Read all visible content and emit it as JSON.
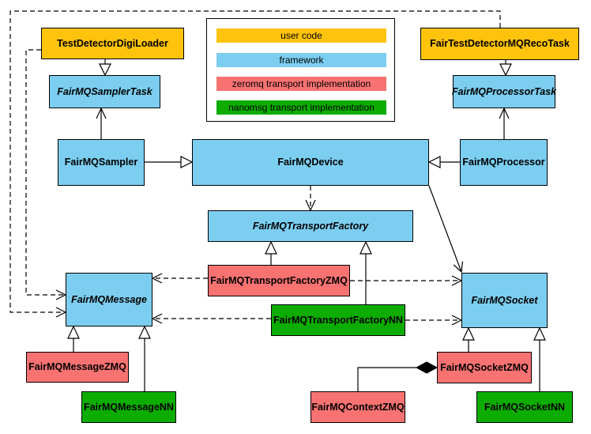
{
  "diagram": {
    "legend": {
      "items": [
        {
          "id": "user-code",
          "label": "user code",
          "color": "#FFC30B"
        },
        {
          "id": "framework",
          "label": "framework",
          "color": "#7CCEF0"
        },
        {
          "id": "zeromq",
          "label": "zeromq transport implementation",
          "color": "#F87272"
        },
        {
          "id": "nanomsg",
          "label": "nanomsg transport implementation",
          "color": "#0CAD00"
        }
      ]
    },
    "nodes": {
      "testDetectorDigiLoader": {
        "label": "TestDetectorDigiLoader",
        "category": "user code",
        "abstract": false
      },
      "fairTestDetectorMQRecoTask": {
        "label": "FairTestDetectorMQRecoTask",
        "category": "user code",
        "abstract": false
      },
      "fairMQSamplerTask": {
        "label": "FairMQSamplerTask",
        "category": "framework",
        "abstract": true
      },
      "fairMQProcessorTask": {
        "label": "FairMQProcessorTask",
        "category": "framework",
        "abstract": true
      },
      "fairMQSampler": {
        "label": "FairMQSampler",
        "category": "framework",
        "abstract": false
      },
      "fairMQDevice": {
        "label": "FairMQDevice",
        "category": "framework",
        "abstract": false
      },
      "fairMQProcessor": {
        "label": "FairMQProcessor",
        "category": "framework",
        "abstract": false
      },
      "fairMQTransportFactory": {
        "label": "FairMQTransportFactory",
        "category": "framework",
        "abstract": true
      },
      "fairMQTransportFactoryZMQ": {
        "label": "FairMQTransportFactoryZMQ",
        "category": "zeromq transport implementation",
        "abstract": false
      },
      "fairMQTransportFactoryNN": {
        "label": "FairMQTransportFactoryNN",
        "category": "nanomsg transport implementation",
        "abstract": false
      },
      "fairMQMessage": {
        "label": "FairMQMessage",
        "category": "framework",
        "abstract": true
      },
      "fairMQSocket": {
        "label": "FairMQSocket",
        "category": "framework",
        "abstract": true
      },
      "fairMQMessageZMQ": {
        "label": "FairMQMessageZMQ",
        "category": "zeromq transport implementation",
        "abstract": false
      },
      "fairMQMessageNN": {
        "label": "FairMQMessageNN",
        "category": "nanomsg transport implementation",
        "abstract": false
      },
      "fairMQContextZMQ": {
        "label": "FairMQContextZMQ",
        "category": "zeromq transport implementation",
        "abstract": false
      },
      "fairMQSocketZMQ": {
        "label": "FairMQSocketZMQ",
        "category": "zeromq transport implementation",
        "abstract": false
      },
      "fairMQSocketNN": {
        "label": "FairMQSocketNN",
        "category": "nanomsg transport implementation",
        "abstract": false
      }
    },
    "edges": [
      {
        "from": "TestDetectorDigiLoader",
        "to": "FairMQSamplerTask",
        "type": "inheritance",
        "style": "solid"
      },
      {
        "from": "FairTestDetectorMQRecoTask",
        "to": "FairMQProcessorTask",
        "type": "inheritance",
        "style": "solid"
      },
      {
        "from": "FairMQSampler",
        "to": "FairMQDevice",
        "type": "inheritance",
        "style": "solid"
      },
      {
        "from": "FairMQProcessor",
        "to": "FairMQDevice",
        "type": "inheritance",
        "style": "solid"
      },
      {
        "from": "FairMQSampler",
        "to": "FairMQSamplerTask",
        "type": "association",
        "style": "solid"
      },
      {
        "from": "FairMQProcessor",
        "to": "FairMQProcessorTask",
        "type": "association",
        "style": "solid"
      },
      {
        "from": "FairMQDevice",
        "to": "FairMQTransportFactory",
        "type": "dependency",
        "style": "dashed"
      },
      {
        "from": "FairMQDevice",
        "to": "FairMQSocket",
        "type": "association",
        "style": "solid"
      },
      {
        "from": "FairMQTransportFactoryZMQ",
        "to": "FairMQTransportFactory",
        "type": "inheritance",
        "style": "solid"
      },
      {
        "from": "FairMQTransportFactoryNN",
        "to": "FairMQTransportFactory",
        "type": "inheritance",
        "style": "solid"
      },
      {
        "from": "FairMQTransportFactoryZMQ",
        "to": "FairMQMessage",
        "type": "dependency",
        "style": "dashed"
      },
      {
        "from": "FairMQTransportFactoryZMQ",
        "to": "FairMQSocket",
        "type": "dependency",
        "style": "dashed"
      },
      {
        "from": "FairMQTransportFactoryNN",
        "to": "FairMQMessage",
        "type": "dependency",
        "style": "dashed"
      },
      {
        "from": "FairMQTransportFactoryNN",
        "to": "FairMQSocket",
        "type": "dependency",
        "style": "dashed"
      },
      {
        "from": "TestDetectorDigiLoader",
        "to": "FairMQMessage",
        "type": "dependency",
        "style": "dashed"
      },
      {
        "from": "FairTestDetectorMQRecoTask",
        "to": "FairMQMessage",
        "type": "dependency",
        "style": "dashed"
      },
      {
        "from": "FairMQMessageZMQ",
        "to": "FairMQMessage",
        "type": "inheritance",
        "style": "solid"
      },
      {
        "from": "FairMQMessageNN",
        "to": "FairMQMessage",
        "type": "inheritance",
        "style": "solid"
      },
      {
        "from": "FairMQSocketZMQ",
        "to": "FairMQSocket",
        "type": "inheritance",
        "style": "solid"
      },
      {
        "from": "FairMQSocketNN",
        "to": "FairMQSocket",
        "type": "inheritance",
        "style": "solid"
      },
      {
        "from": "FairMQSocketZMQ",
        "to": "FairMQContextZMQ",
        "type": "composition",
        "style": "solid"
      }
    ]
  }
}
